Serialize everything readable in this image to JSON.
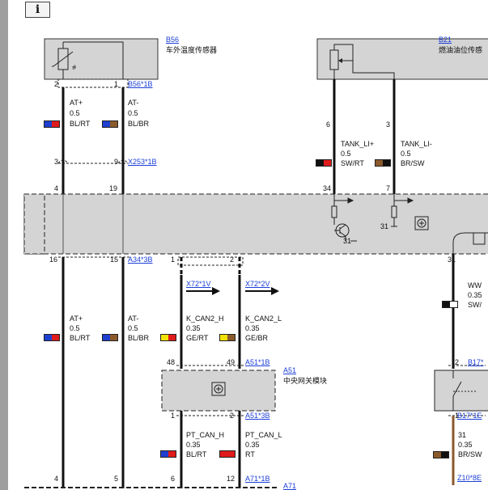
{
  "header": {
    "info_label": "i"
  },
  "components": {
    "b56": {
      "code": "B56",
      "name": "车外温度传感器"
    },
    "b21": {
      "code": "B21",
      "name": "燃油油位传感"
    },
    "a51": {
      "code": "A51",
      "name": "中央网关模块"
    },
    "a71": {
      "code": "A71"
    }
  },
  "connectors": {
    "b56_1b": "B56*1B",
    "x253_1b": "X253*1B",
    "a34_3b": "A34*3B",
    "x72_1v": "X72*1V",
    "x72_2v": "X72*2V",
    "a51_1b": "A51*1B",
    "a51_3b": "A51*3B",
    "a71_1b": "A71*1B",
    "b17": "B17*",
    "b17_1e": "B17*1E",
    "z10_8e": "Z10*8E"
  },
  "pins": {
    "b56_p2": "2",
    "b56_p1": "1",
    "x253_p3": "3",
    "x253_p9": "9",
    "mod_p4": "4",
    "mod_p19": "19",
    "a34_p16": "16",
    "a34_p15": "15",
    "a34_p1": "1",
    "a34_p2": "2",
    "a34_p31": "31",
    "a51_p48": "48",
    "a51_p49": "49",
    "a51_p1": "1",
    "a51_p2": "2",
    "a71_p4": "4",
    "a71_p5": "5",
    "a71_p6": "6",
    "a71_p12": "12",
    "b21_p6": "6",
    "b21_p3": "3",
    "mod_p34": "34",
    "mod_p7": "7",
    "gnd_a": "31",
    "gnd_b": "31",
    "b17_p2": "2",
    "b17_p1": "1"
  },
  "wires": {
    "at_plus_top": {
      "name": "AT+",
      "gauge": "0.5",
      "color_code": "BL/RT",
      "swatch": [
        "#1f3fd0",
        "#e01b1b"
      ]
    },
    "at_minus_top": {
      "name": "AT-",
      "gauge": "0.5",
      "color_code": "BL/BR",
      "swatch": [
        "#1f3fd0",
        "#8b5a2b"
      ]
    },
    "tank_plus": {
      "name": "TANK_LI+",
      "gauge": "0.5",
      "color_code": "SW/RT",
      "swatch": [
        "#111111",
        "#e01b1b"
      ]
    },
    "tank_minus": {
      "name": "TANK_LI-",
      "gauge": "0.5",
      "color_code": "BR/SW",
      "swatch": [
        "#8b5a2b",
        "#111111"
      ]
    },
    "at_plus_low": {
      "name": "AT+",
      "gauge": "0.5",
      "color_code": "BL/RT",
      "swatch": [
        "#1f3fd0",
        "#e01b1b"
      ]
    },
    "at_minus_low": {
      "name": "AT-",
      "gauge": "0.5",
      "color_code": "BL/BR",
      "swatch": [
        "#1f3fd0",
        "#8b5a2b"
      ]
    },
    "kcan2_h": {
      "name": "K_CAN2_H",
      "gauge": "0.35",
      "color_code": "GE/RT",
      "swatch": [
        "#f2e200",
        "#e01b1b"
      ]
    },
    "kcan2_l": {
      "name": "K_CAN2_L",
      "gauge": "0.35",
      "color_code": "GE/BR",
      "swatch": [
        "#f2e200",
        "#8b5a2b"
      ]
    },
    "ptcan_h": {
      "name": "PT_CAN_H",
      "gauge": "0.35",
      "color_code": "BL/RT",
      "swatch": [
        "#1f3fd0",
        "#e01b1b"
      ]
    },
    "ptcan_l": {
      "name": "PT_CAN_L",
      "gauge": "0.35",
      "color_code": "RT",
      "swatch": [
        "#e01b1b",
        "#e01b1b"
      ]
    },
    "ww": {
      "name": "WW",
      "gauge": "0.35",
      "color_code": "SW/",
      "swatch": [
        "#111111",
        "#ffffff"
      ]
    },
    "b17_gnd": {
      "name": "31",
      "gauge": "0.35",
      "color_code": "BR/SW",
      "swatch": [
        "#8b5a2b",
        "#111111"
      ]
    }
  },
  "colors": {
    "link": "#1b3fd6",
    "module_fill": "#d4d4d4",
    "wire": "#111111",
    "brown_wire": "#8b5a2b"
  }
}
